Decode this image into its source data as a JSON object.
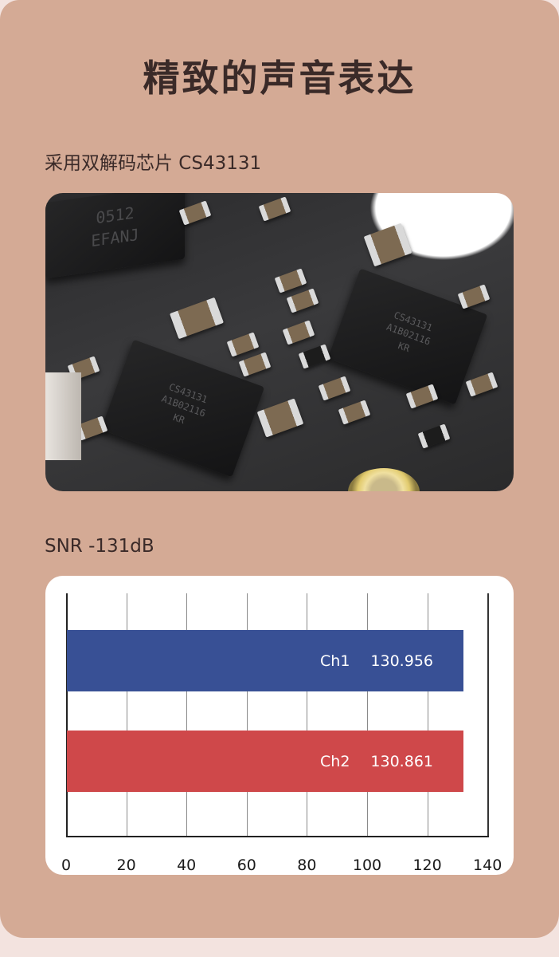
{
  "page": {
    "title": "精致的声音表达",
    "section1_heading": "采用双解码芯片 CS43131",
    "section2_heading": "SNR -131dB"
  },
  "photo": {
    "description": "Close-up render of a circuit board with two CS43131 DAC chips",
    "chip_markings": [
      [
        "CS43131",
        "A1B02116",
        "KR"
      ],
      [
        "CS43131",
        "A1B02116",
        "KR"
      ]
    ],
    "other_chip_marking": [
      "0512",
      "EFANJ"
    ]
  },
  "colors": {
    "background_panel": "#d4aa95",
    "page_background": "#f3e3df",
    "text": "#3a2a28",
    "ch1_bar": "#385095",
    "ch2_bar": "#cf484a"
  },
  "chart_data": {
    "type": "bar",
    "orientation": "horizontal",
    "title": "SNR -131dB",
    "categories": [
      "Ch1",
      "Ch2"
    ],
    "values": [
      130.956,
      130.861
    ],
    "series": [
      {
        "name": "Ch1",
        "values": [
          130.956
        ],
        "color": "#385095"
      },
      {
        "name": "Ch2",
        "values": [
          130.861
        ],
        "color": "#cf484a"
      }
    ],
    "data_labels": [
      "Ch1    130.956",
      "Ch2    130.861"
    ],
    "xlabel": "",
    "ylabel": "",
    "xlim": [
      0,
      140
    ],
    "x_ticks": [
      "0",
      "20",
      "40",
      "60",
      "80",
      "100",
      "120",
      "140"
    ],
    "grid": "vertical",
    "legend": "none"
  }
}
